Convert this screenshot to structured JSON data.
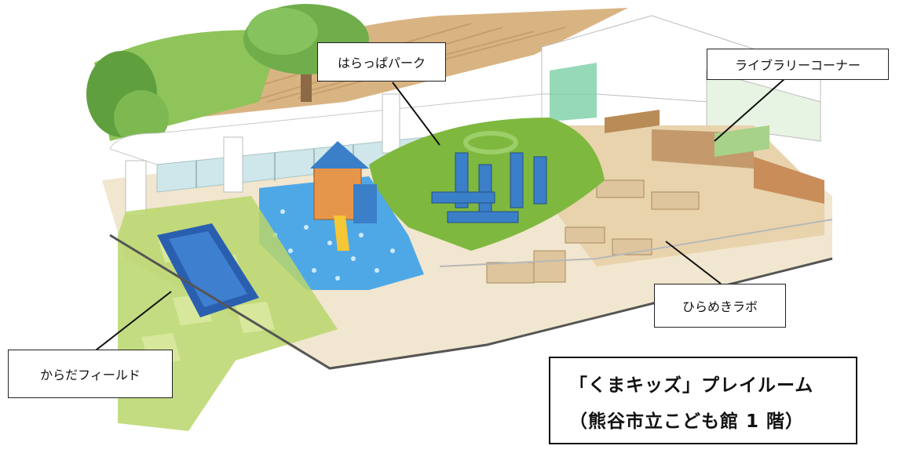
{
  "labels": {
    "harappa_park": "はらっぱパーク",
    "library_corner": "ライブラリーコーナー",
    "hirameki_lab": "ひらめきラボ",
    "karada_field": "からだフィールド"
  },
  "title": {
    "line1": "「くまキッズ」プレイルーム",
    "line2": "（熊谷市立こども館 1 階）"
  },
  "colors": {
    "lawn": "#7fb83e",
    "ball_pit": "#4fa8e6",
    "play_tower": "#3a7fc8",
    "floor_wood": "#e8d3ad",
    "mat_green": "#b9d66b",
    "mat_blue": "#2a5fb0",
    "wall": "#ffffff"
  }
}
